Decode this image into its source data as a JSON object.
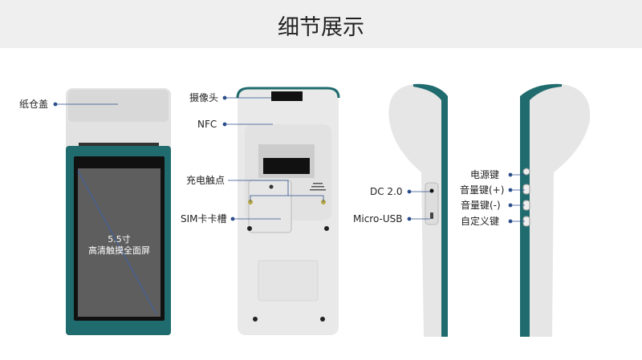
{
  "header": {
    "title": "细节展示"
  },
  "front": {
    "paper_cover": "纸仓盖",
    "screen_size": "5.5寸",
    "screen_desc": "高清触摸全面屏"
  },
  "back": {
    "camera": "摄像头",
    "nfc": "NFC",
    "charging": "充电触点",
    "sim": "SIM卡卡槽"
  },
  "left_side": {
    "dc": "DC 2.0",
    "usb": "Micro-USB"
  },
  "right_side": {
    "power": "电源键",
    "vol_up": "音量键(+)",
    "vol_down": "音量键(-)",
    "custom": "自定义键"
  },
  "colors": {
    "teal": "#1f6b6e",
    "label_line": "#2c4f8c",
    "header_bg": "#efefef"
  }
}
